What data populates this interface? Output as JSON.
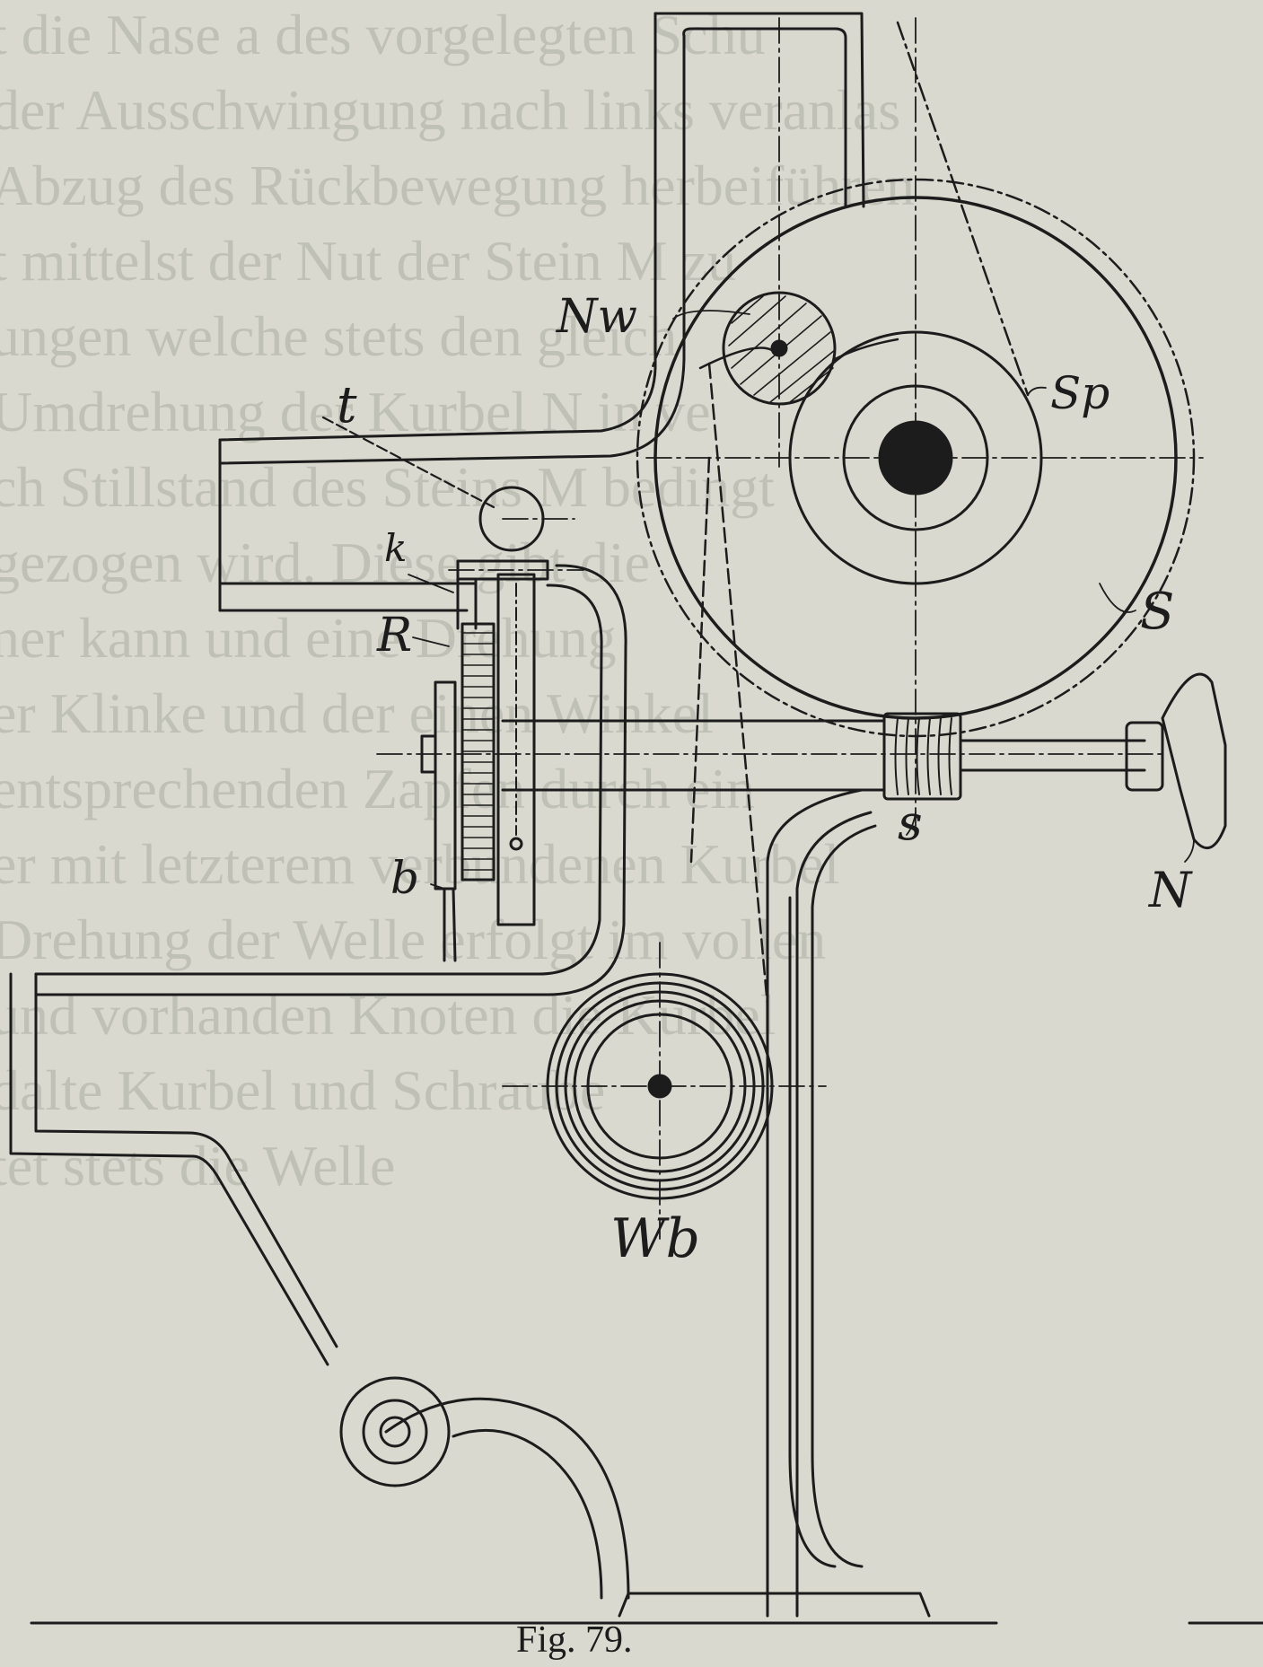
{
  "figure": {
    "caption": "Fig. 79.",
    "labels": {
      "Nw": "Nw",
      "t": "t",
      "k": "k",
      "R": "R",
      "b": "b",
      "Sp": "Sp",
      "S": "S",
      "s": "s",
      "N": "N",
      "Wb": "Wb"
    },
    "colors": {
      "paper": "#d9d9cf",
      "ink": "#1c1c1c",
      "bleed_through": "#bfc0b6"
    }
  },
  "bleed_through_text": [
    "t die Nase a des vorgelegten Schu",
    "der Ausschwingung nach links veranlas",
    "Abzug des Rückbewegung herbeiführen",
    "t mittelst der Nut der Stein M zu",
    "ungen welche stets den gleich",
    "Umdrehung der Kurbel N in ve",
    "ch Stillstand des Steins M bedingt",
    "gezogen wird. Diese gibt die",
    "ner kann und eine Drehung",
    "er Klinke und der einen Winkel",
    "entsprechenden Zapfen durch ein",
    "er mit letzterem verbundenen Kurbel",
    "Drehung der Welle erfolgt im vollen",
    "und vorhanden Knoten die Kurbel",
    "dalte Kurbel und Schraube",
    "tet stets die Welle"
  ]
}
